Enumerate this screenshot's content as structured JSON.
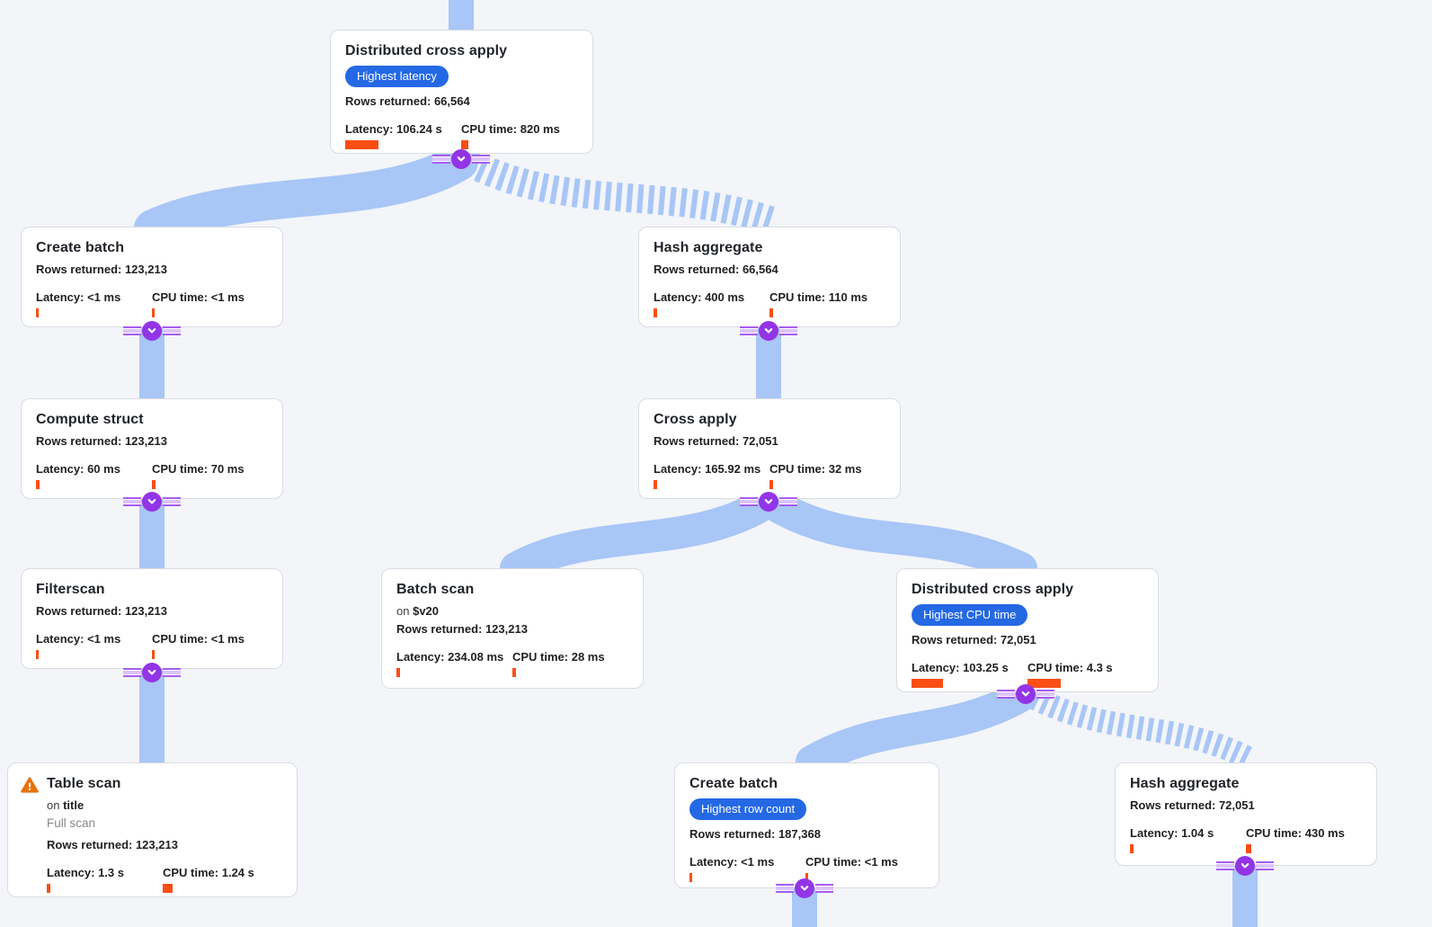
{
  "app": {
    "view": "Query execution plan graph"
  },
  "colors": {
    "background": "#f3f5f9",
    "edge_blue": "#a8c6f6",
    "badge_blue": "#2468e4",
    "bar_orange": "#fb4e14",
    "connector_purple": "#9334e6",
    "connector_purple_line": "#a65cf0",
    "warning_orange": "#e8710a",
    "card_border": "#d8dce3"
  },
  "icons": {
    "collapse": "chevron-down-icon",
    "warning": "warning-icon"
  },
  "nodes": [
    {
      "title": "Distributed cross apply",
      "badge": "Highest latency",
      "rows_text": "Rows returned: 66,564",
      "latency_text": "Latency: 106.24 s",
      "latency_bar": 37,
      "cpu_text": "CPU time: 820 ms",
      "cpu_bar": 8
    },
    {
      "title": "Create batch",
      "rows_text": "Rows returned: 123,213",
      "latency_text": "Latency: <1 ms",
      "latency_bar": 3,
      "cpu_text": "CPU time: <1 ms",
      "cpu_bar": 3
    },
    {
      "title": "Hash aggregate",
      "rows_text": "Rows returned: 66,564",
      "latency_text": "Latency: 400 ms",
      "latency_bar": 4,
      "cpu_text": "CPU time: 110 ms",
      "cpu_bar": 4
    },
    {
      "title": "Compute struct",
      "rows_text": "Rows returned: 123,213",
      "latency_text": "Latency: 60 ms",
      "latency_bar": 4,
      "cpu_text": "CPU time: 70 ms",
      "cpu_bar": 4
    },
    {
      "title": "Cross apply",
      "rows_text": "Rows returned: 72,051",
      "latency_text": "Latency: 165.92 ms",
      "latency_bar": 4,
      "cpu_text": "CPU time: 32 ms",
      "cpu_bar": 4
    },
    {
      "title": "Filterscan",
      "rows_text": "Rows returned: 123,213",
      "latency_text": "Latency: <1 ms",
      "latency_bar": 3,
      "cpu_text": "CPU time: <1 ms",
      "cpu_bar": 3
    },
    {
      "title": "Batch scan",
      "on_word": "on",
      "on_target": "$v20",
      "rows_text": "Rows returned: 123,213",
      "latency_text": "Latency: 234.08 ms",
      "latency_bar": 4,
      "cpu_text": "CPU time: 28 ms",
      "cpu_bar": 4
    },
    {
      "title": "Distributed cross apply",
      "badge": "Highest CPU time",
      "rows_text": "Rows returned: 72,051",
      "latency_text": "Latency: 103.25 s",
      "latency_bar": 35,
      "cpu_text": "CPU time: 4.3 s",
      "cpu_bar": 37
    },
    {
      "title": "Table scan",
      "on_word": "on",
      "on_target": "title",
      "note": "Full scan",
      "rows_text": "Rows returned: 123,213",
      "latency_text": "Latency: 1.3 s",
      "latency_bar": 4,
      "cpu_text": "CPU time: 1.24 s",
      "cpu_bar": 11
    },
    {
      "title": "Create batch",
      "badge": "Highest row count",
      "rows_text": "Rows returned: 187,368",
      "latency_text": "Latency: <1 ms",
      "latency_bar": 3,
      "cpu_text": "CPU time: <1 ms",
      "cpu_bar": 3
    },
    {
      "title": "Hash aggregate",
      "rows_text": "Rows returned: 72,051",
      "latency_text": "Latency: 1.04 s",
      "latency_bar": 4,
      "cpu_text": "CPU time: 430 ms",
      "cpu_bar": 6
    }
  ]
}
